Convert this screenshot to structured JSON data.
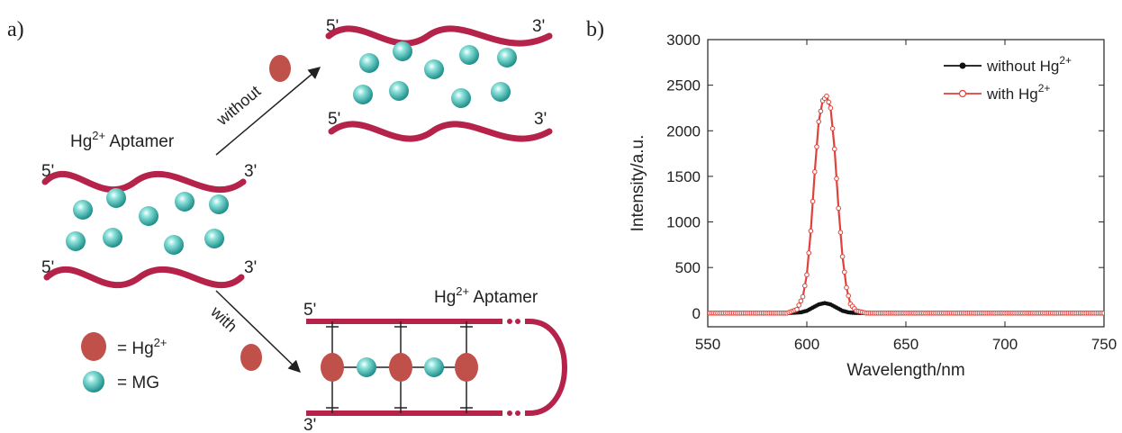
{
  "panel_a": {
    "label": "a)",
    "aptamer_label": "Hg",
    "aptamer_label_sup": "2+",
    "aptamer_label_suffix": " Aptamer",
    "end5": "5'",
    "end3": "3'",
    "arrow_without": "without",
    "arrow_with": "with",
    "legend_hg": "= Hg",
    "legend_hg_sup": "2+",
    "legend_mg": "= MG",
    "colors": {
      "strand": "#b5224a",
      "hg_ion": "#c0504a",
      "mg_ball": "#36b7b0"
    }
  },
  "panel_b": {
    "label": "b)"
  },
  "chart_data": {
    "type": "line",
    "xlabel": "Wavelength/nm",
    "ylabel": "Intensity/a.u.",
    "xlim": [
      550,
      750
    ],
    "ylim": [
      -150,
      3000
    ],
    "xticks": [
      550,
      600,
      650,
      700,
      750
    ],
    "yticks": [
      0,
      500,
      1000,
      1500,
      2000,
      2500,
      3000
    ],
    "legend_position": "top-right",
    "series": [
      {
        "name": "without Hg",
        "name_sup": "2+",
        "color": "#111111",
        "marker": "filled-circle",
        "x": [
          550,
          590,
          597,
          600,
          603,
          606,
          609,
          612,
          615,
          618,
          621,
          624,
          630,
          750
        ],
        "y": [
          0,
          0,
          8,
          25,
          60,
          95,
          110,
          95,
          60,
          25,
          8,
          2,
          0,
          0
        ]
      },
      {
        "name": "with Hg",
        "name_sup": "2+",
        "color": "#e0413a",
        "marker": "open-circle",
        "x": [
          550,
          590,
          595,
          598,
          600,
          602,
          604,
          606,
          608,
          610,
          612,
          614,
          616,
          618,
          620,
          622,
          625,
          630,
          750
        ],
        "y": [
          0,
          0,
          40,
          180,
          420,
          900,
          1550,
          2100,
          2330,
          2380,
          2250,
          1800,
          1150,
          620,
          280,
          100,
          25,
          0,
          0
        ]
      }
    ]
  }
}
